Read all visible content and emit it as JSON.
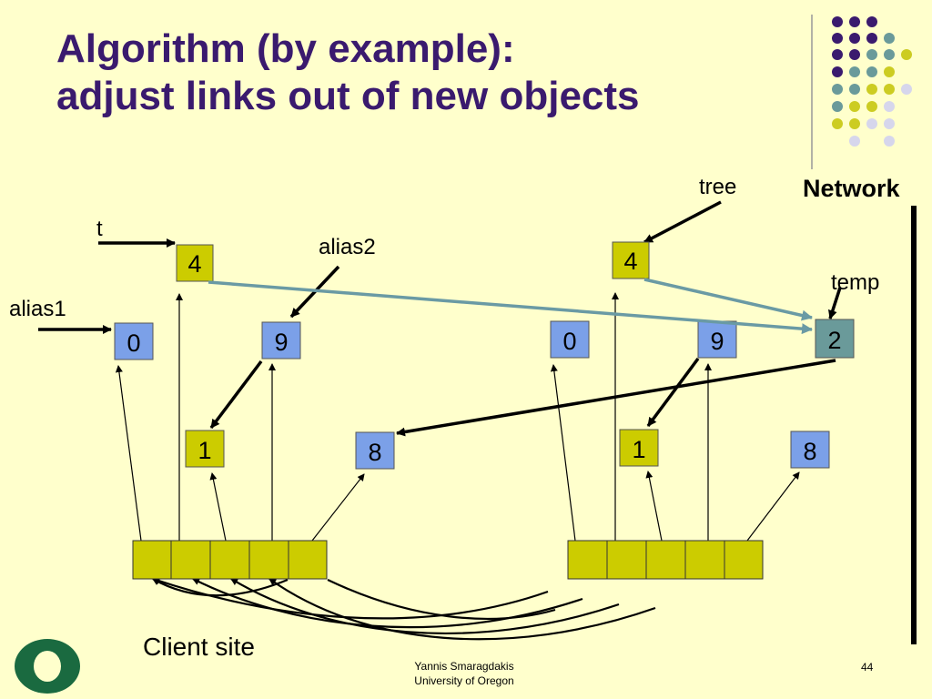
{
  "slide": {
    "title_line1": "Algorithm (by example):",
    "title_line2": "adjust links out of new objects",
    "network_label": "Network",
    "client_label": "Client site",
    "footer_name": "Yannis Smaragdakis",
    "footer_org": "University of Oregon",
    "page_number": "44"
  },
  "labels": {
    "t": "t",
    "alias1": "alias1",
    "alias2": "alias2",
    "tree": "tree",
    "temp": "temp"
  },
  "left_graph": {
    "nodes": [
      "4",
      "0",
      "9",
      "1",
      "8"
    ]
  },
  "right_graph": {
    "nodes": [
      "4",
      "0",
      "9",
      "2",
      "1",
      "8"
    ]
  },
  "colors": {
    "title": "#3a1a6e",
    "background": "#ffffcc",
    "yellow_box": "#cccc00",
    "blue_box": "#7ba0e8",
    "teal_box": "#6a9a9a",
    "link_line": "#6a9aa4",
    "dot_purple": "#3a1a6e",
    "dot_teal": "#6a9a9a",
    "dot_yellow": "#cccc22",
    "dot_lavender": "#d6d6ec",
    "logo_green": "#1a6a40"
  },
  "icons": {
    "logo": "university-o-logo-icon",
    "dots": "decorative-dot-grid-icon"
  }
}
